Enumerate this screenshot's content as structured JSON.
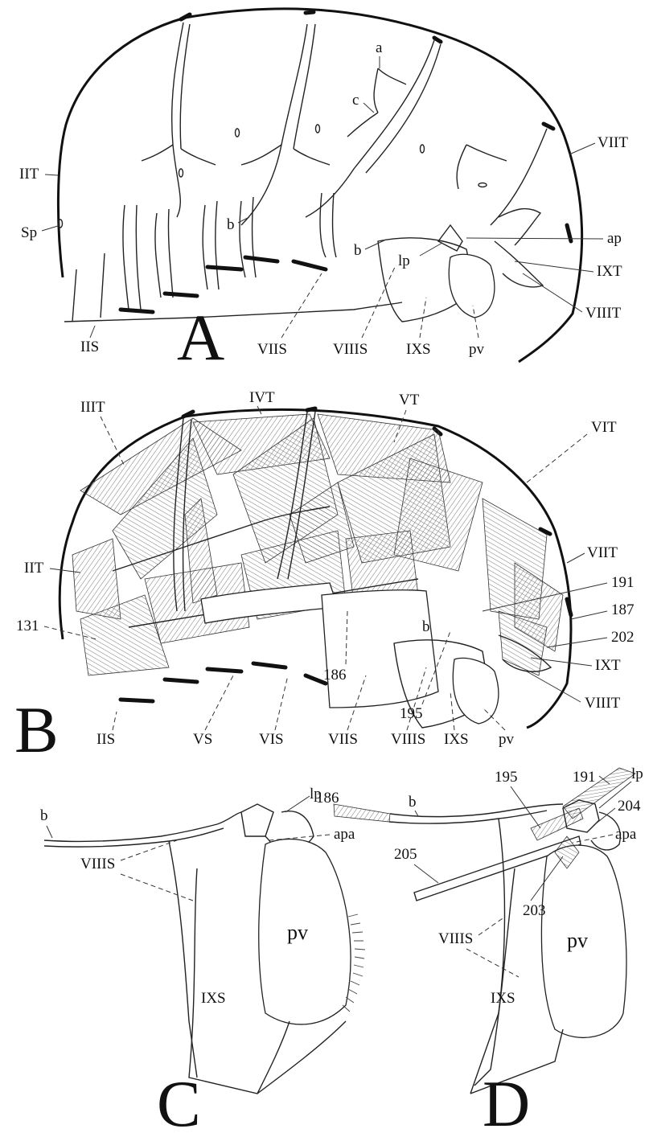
{
  "figure": {
    "panels": [
      {
        "letter": "A",
        "labels": [
          "IIT",
          "Sp",
          "IIS",
          "a",
          "c",
          "b",
          "b",
          "lp",
          "ap",
          "IXT",
          "VIIIT",
          "VIIT",
          "VIIS",
          "VIIIS",
          "IXS",
          "pv"
        ]
      },
      {
        "letter": "B",
        "labels": [
          "IIIT",
          "IVT",
          "VT",
          "VIT",
          "VIIT",
          "IIT",
          "131",
          "191",
          "187",
          "202",
          "IXT",
          "VIIIT",
          "b",
          "186",
          "195",
          "IIS",
          "VS",
          "VIS",
          "VIIS",
          "VIIIS",
          "IXS",
          "pv"
        ]
      },
      {
        "letter": "C",
        "labels": [
          "b",
          "VIIIS",
          "lp",
          "apa",
          "pv",
          "IXS"
        ]
      },
      {
        "letter": "D",
        "labels": [
          "186",
          "b",
          "195",
          "191",
          "lp",
          "204",
          "205",
          "apa",
          "203",
          "VIIIS",
          "IXS",
          "pv"
        ]
      }
    ]
  }
}
